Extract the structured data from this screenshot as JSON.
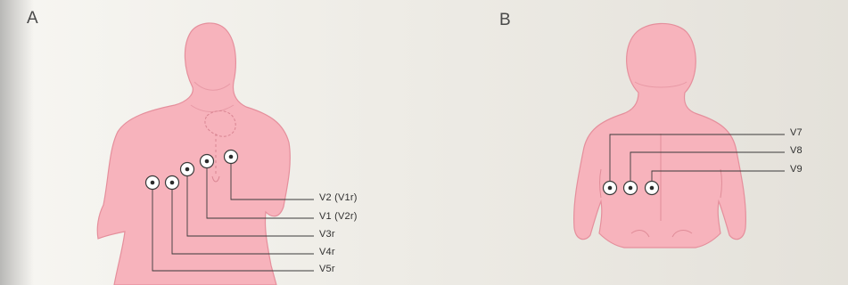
{
  "panels": [
    {
      "letter": "A"
    },
    {
      "letter": "B"
    }
  ],
  "front_leads": [
    "V2 (V1r)",
    "V1 (V2r)",
    "V3r",
    "V4r",
    "V5r"
  ],
  "back_leads": [
    "V7",
    "V8",
    "V9"
  ],
  "colors": {
    "skin": "#f7b3bc",
    "skin_outline": "#e58f9c",
    "line": "#3a3a3a"
  }
}
